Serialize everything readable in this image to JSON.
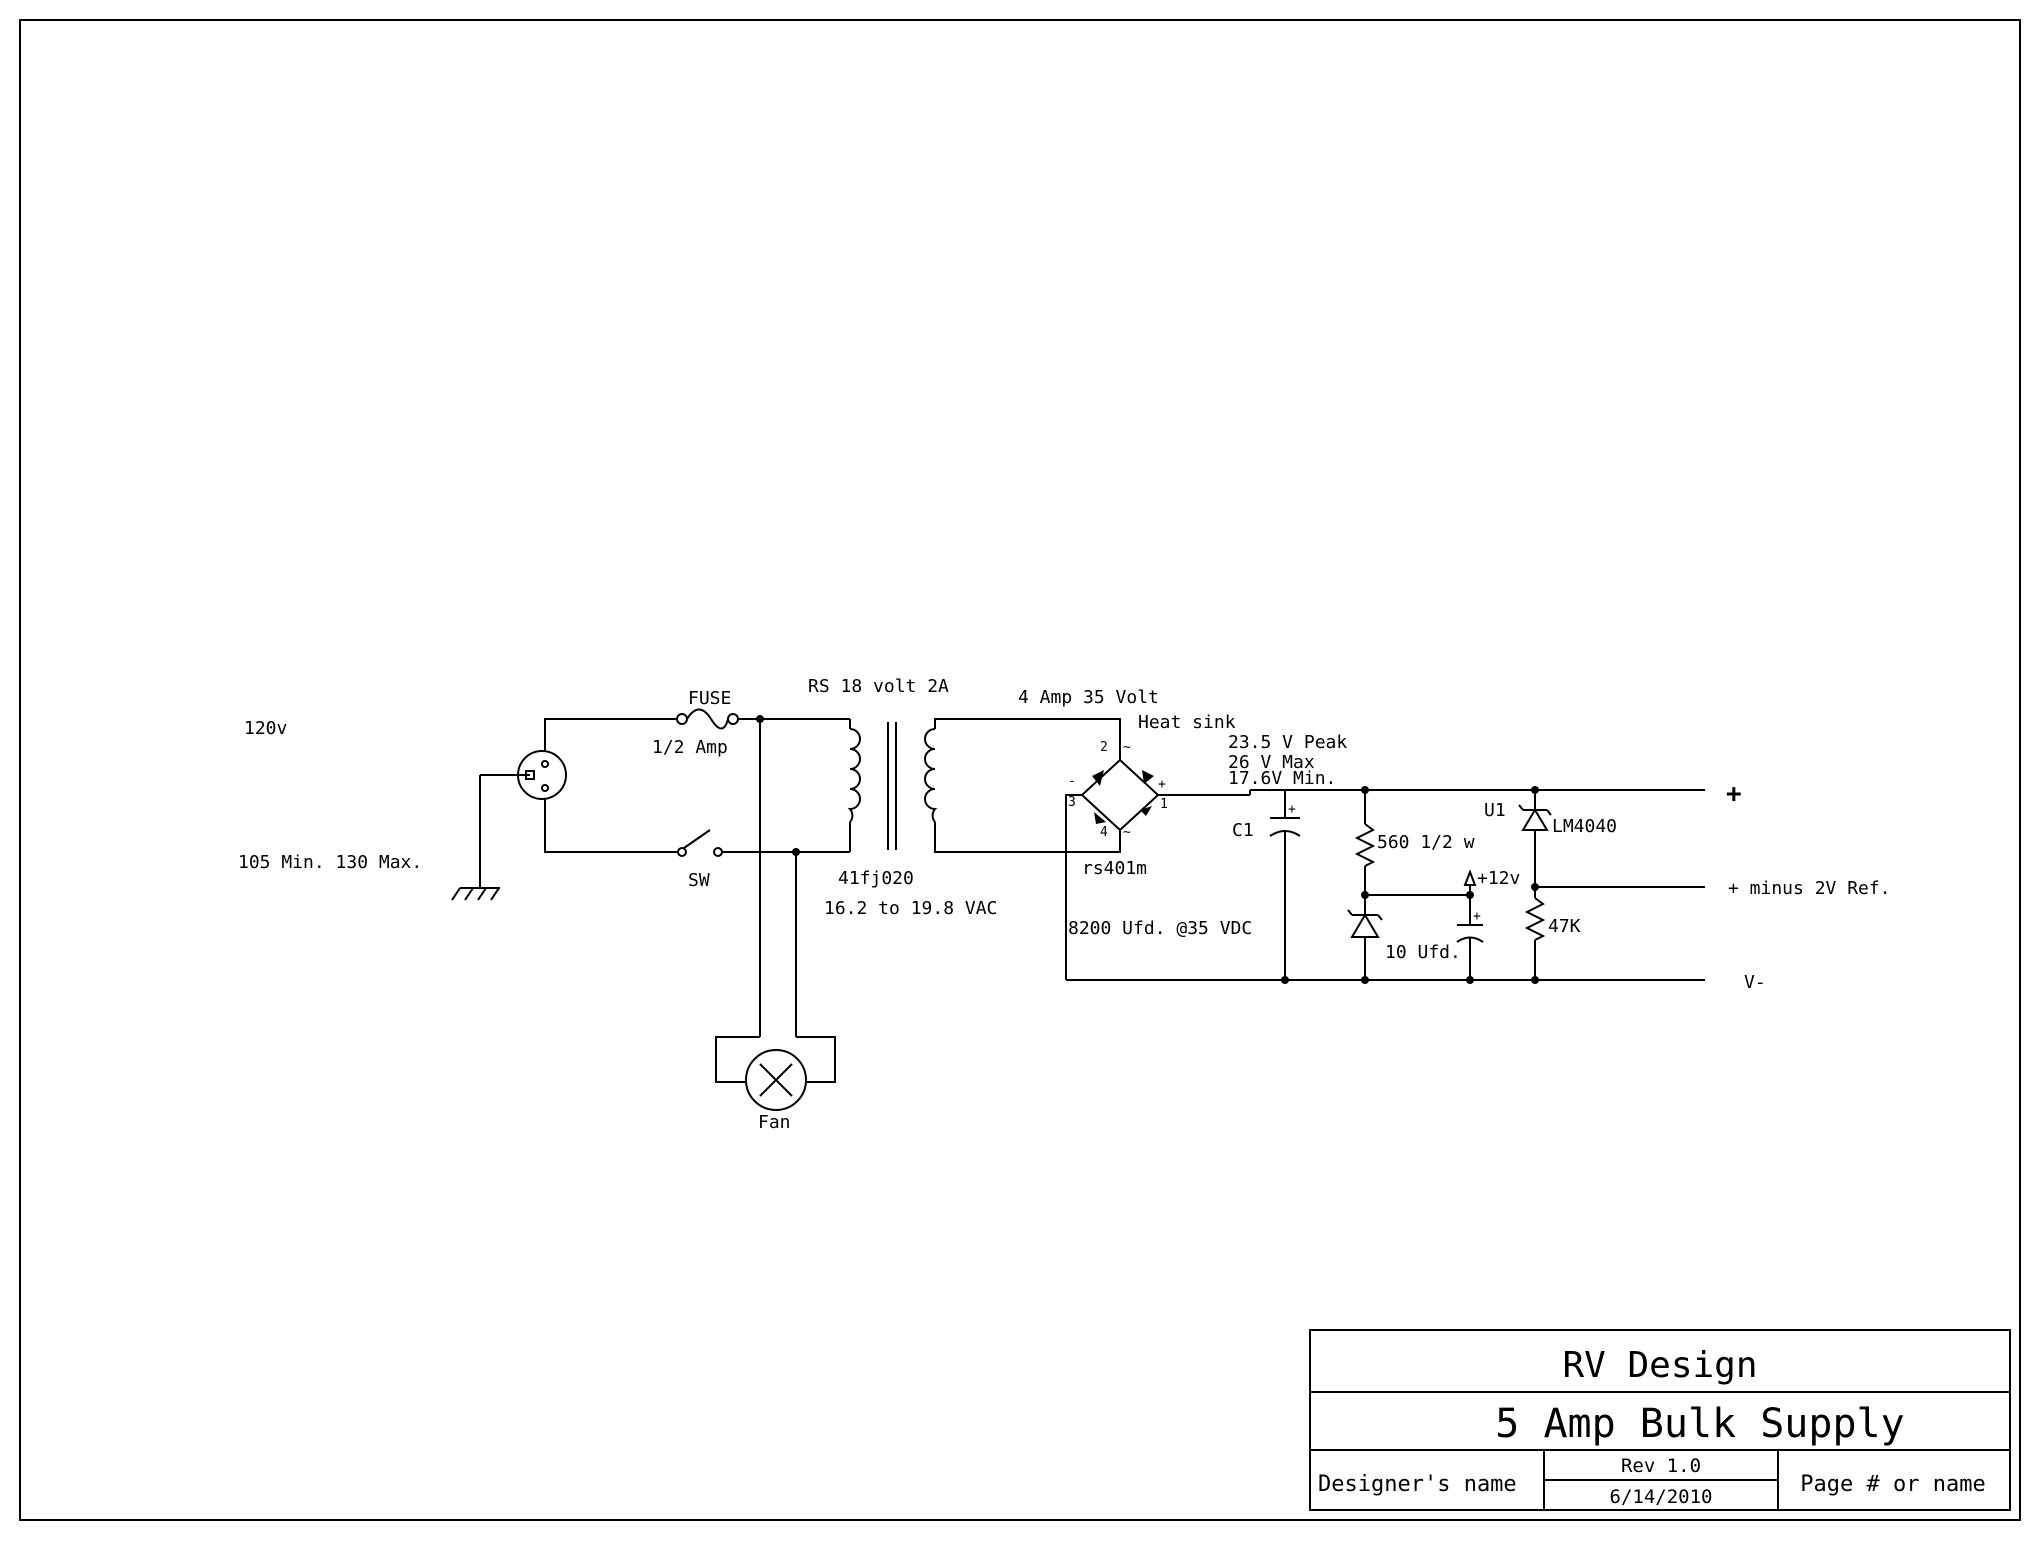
{
  "labels": {
    "v120": "120v",
    "vrange": "105 Min. 130 Max.",
    "fuse": "FUSE",
    "fuse_rating": "1/2 Amp",
    "switch": "SW",
    "fan": "Fan",
    "transformer": "RS 18 volt 2A",
    "transformer_part": "41fj020",
    "vac_range": "16.2 to 19.8 VAC",
    "bridge_rating": "4 Amp 35 Volt",
    "heat_sink": "Heat sink",
    "bridge_part": "rs401m",
    "pin1": "1",
    "pin2": "2",
    "pin3": "3",
    "pin4": "4",
    "ac1": "~",
    "ac2": "~",
    "bridge_minus": "-",
    "bridge_plus": "+",
    "peak": "23.5 V Peak",
    "vmax": "26 V Max",
    "vmin": "17.6V Min.",
    "c1": "C1",
    "c1_value": "8200 Ufd. @35 VDC",
    "r560": "560 1/2 w",
    "plus12": "+12v",
    "cap10": "10 Ufd.",
    "u1": "U1",
    "lm4040": "LM4040",
    "r47k": "47K",
    "out_plus": "+",
    "out_ref": "+ minus 2V Ref.",
    "out_vminus": "V-",
    "cap_plus_1": "+",
    "cap_plus_2": "+"
  },
  "title_block": {
    "company": "RV Design",
    "title": "5 Amp Bulk Supply",
    "designer": "Designer's name",
    "rev": "Rev 1.0",
    "date": "6/14/2010",
    "page": "Page # or name"
  }
}
